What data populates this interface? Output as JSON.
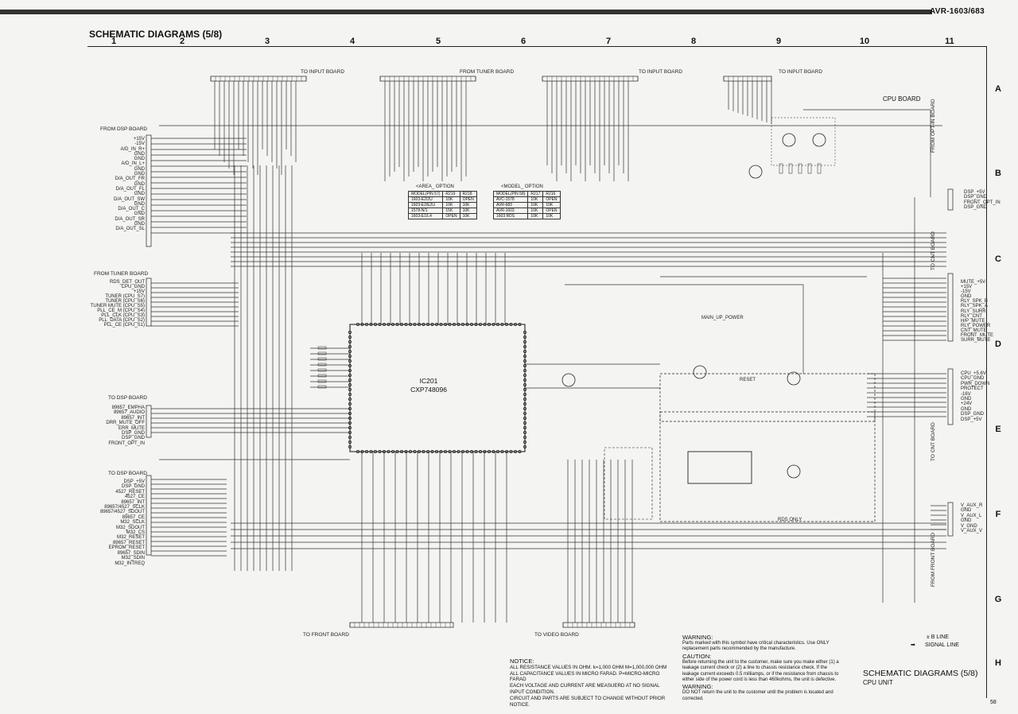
{
  "header": {
    "model": "AVR-1603/683",
    "title": "SCHEMATIC DIAGRAMS (5/8)",
    "columns": [
      "1",
      "2",
      "3",
      "4",
      "5",
      "6",
      "7",
      "8",
      "9",
      "10",
      "11"
    ],
    "rows": [
      "A",
      "B",
      "C",
      "D",
      "E",
      "F",
      "G",
      "H"
    ]
  },
  "boards": {
    "to_input_1": "TO INPUT BOARD",
    "from_tuner_top": "FROM TUNER BOARD",
    "to_input_2": "TO INPUT BOARD",
    "to_input_3": "TO INPUT BOARD",
    "cpu_board": "CPU BOARD",
    "from_dsp": "FROM DSP BOARD",
    "from_tuner_left": "FROM TUNER BOARD",
    "to_dsp_1": "TO DSP BOARD",
    "to_dsp_2": "TO DSP BOARD",
    "to_front": "TO FRONT BOARD",
    "to_video": "TO VIDEO BOARD",
    "from_opt": "FROM OPT-IN BOARD",
    "to_cnt_1": "TO CNT BOARD",
    "to_cnt_2": "TO CNT BOARD",
    "from_front": "FROM FRONT BOARD"
  },
  "ic": {
    "ref": "IC201",
    "part": "CXP748096"
  },
  "left_signals_dsp": [
    "+15V",
    "-15V",
    "A/D_IN_R+",
    "GND",
    "GND",
    "A/D_IN_L+",
    "GND",
    "GND",
    "D/A_OUT_FR",
    "GND",
    "D/A_OUT_FL",
    "GND",
    "D/A_OUT_SW",
    "GND",
    "D/A_OUT_C",
    "GND",
    "D/A_OUT_SR",
    "GND",
    "D/A_OUT_SL"
  ],
  "left_signals_tuner": [
    "RDS_DET_OUT",
    "CPU_GND",
    "+15V",
    "TUNER (CPU_S7)",
    "TUNER (CPU_S6)",
    "TUNER MUTE (CPU_S5)",
    "PLL_CE_M (CPU_S4)",
    "PLL_CLK (CPU_S3)",
    "PLL_DATA (CPU_S2)",
    "PLL_CE (CPU_S1)"
  ],
  "left_signals_dsp2": [
    "89657_EMPHA",
    "89657_AUDIO",
    "89657_INT",
    "DRR_MUTE_OFF",
    "ERR_MUTE",
    "DSP_GND",
    "DSP_GND",
    "FRONT_OPT_IN"
  ],
  "left_signals_dsp3": [
    "DSP_+5V",
    "DSP_GND",
    "4527_RESET",
    "4527_CE",
    "89657_INT",
    "89657/4527_SCLK",
    "89657/4527_SDOUT",
    "89657_CE",
    "M32_SCLK",
    "M32_SDOUT",
    "M32_CS",
    "M32_RESET",
    "89657_RESET",
    "EPROM_RESET",
    "89657_SDIN",
    "M32_SDIN",
    "M32_INTREQ"
  ],
  "right_signals_opt": [
    "DSP_+5V",
    "DSP_GND",
    "FRONT_OPT_IN",
    "DSP_GND"
  ],
  "right_signals_cnt1": [
    "MUTE_+5V",
    "+15V",
    "-15V",
    "GND",
    "RLY_SPK_B",
    "RLY_SPK_A",
    "RLY_SURR",
    "RLY_CNT",
    "H/P_MUTE",
    "RLY_POWER",
    "CNT_MUTE",
    "FRONT_MUTE",
    "SURR_MUTE"
  ],
  "right_signals_cnt2": [
    "CPU_+5.6V",
    "CPU_GND",
    "PWR_DOWN",
    "PROTECT",
    "-16V",
    "GND",
    "+24V",
    "GND",
    "DSP_GND",
    "DSP_+5V"
  ],
  "right_signals_front": [
    "V_AUX_R",
    "GND",
    "V_AUX_L",
    "GND",
    "V_GND",
    "V_AUX_V"
  ],
  "option_table_1": {
    "title": "<AREA_ OPTION",
    "headers": [
      "MODEL(PIN 57)",
      "R219",
      "R218"
    ],
    "rows": [
      [
        "1603-E2/2U",
        "10K",
        "OPEN"
      ],
      [
        "1603-E2/E2U",
        "10K",
        "10K"
      ],
      [
        "1578-N/1",
        "15K",
        "10K"
      ],
      [
        "1603-E1/L4",
        "OPEN",
        "10K"
      ]
    ]
  },
  "option_table_2": {
    "title": "<MODEL_ OPTION",
    "headers": [
      "MODEL(PIN 58)",
      "R217",
      "R216"
    ],
    "rows": [
      [
        "AVC-1578",
        "10K",
        "OPEN"
      ],
      [
        "AVR-683",
        "10K",
        "10K"
      ],
      [
        "AVR-1603",
        "10K",
        "OPEN"
      ],
      [
        "1603 RDS",
        "10K",
        "10K"
      ]
    ]
  },
  "notice": {
    "title": "NOTICE:",
    "lines": [
      "ALL RESISTANCE VALUES IN OHM. k=1,000 OHM M=1,000,000 OHM",
      "ALL CAPACITANCE VALUES IN MICRO FARAD. P=MICRO-MICRO FARAD",
      "EACH VOLTAGE AND CURRENT ARE MEASUERD AT NO SIGNAL INPUT CONDITION.",
      "CIRCUIT AND PARTS ARE SUBJECT TO CHANGE WITHOUT PRIOR NOTICE."
    ]
  },
  "warnings": {
    "w1_title": "WARNING:",
    "w1_text": "Parts marked with this symbol have critical characteristics. Use ONLY replacement parts recommended by the manufacture.",
    "caution_title": "CAUTION:",
    "caution_text": "Before returning the unit to the customer, make sure you make either (1) a leakage current check or (2) a line to chassis resistance check. If the leakage current exceeds 0.5 milliamps, or if the resistance from chassis to either side of the power cord is less than 460kohms, the unit is defective.",
    "w2_title": "WARNING:",
    "w2_text": "DO NOT return the unit to the customer until the problem is located and corrected."
  },
  "legend": {
    "b_line": "± B LINE",
    "signal_line": "SIGNAL LINE"
  },
  "footer": {
    "title": "SCHEMATIC DIAGRAMS (5/8)",
    "subtitle": "CPU UNIT",
    "page": "58"
  },
  "misc": {
    "rds_only": "RDS ONLY",
    "reset": "RESET",
    "main_power": "MAIN_UP_POWER"
  }
}
